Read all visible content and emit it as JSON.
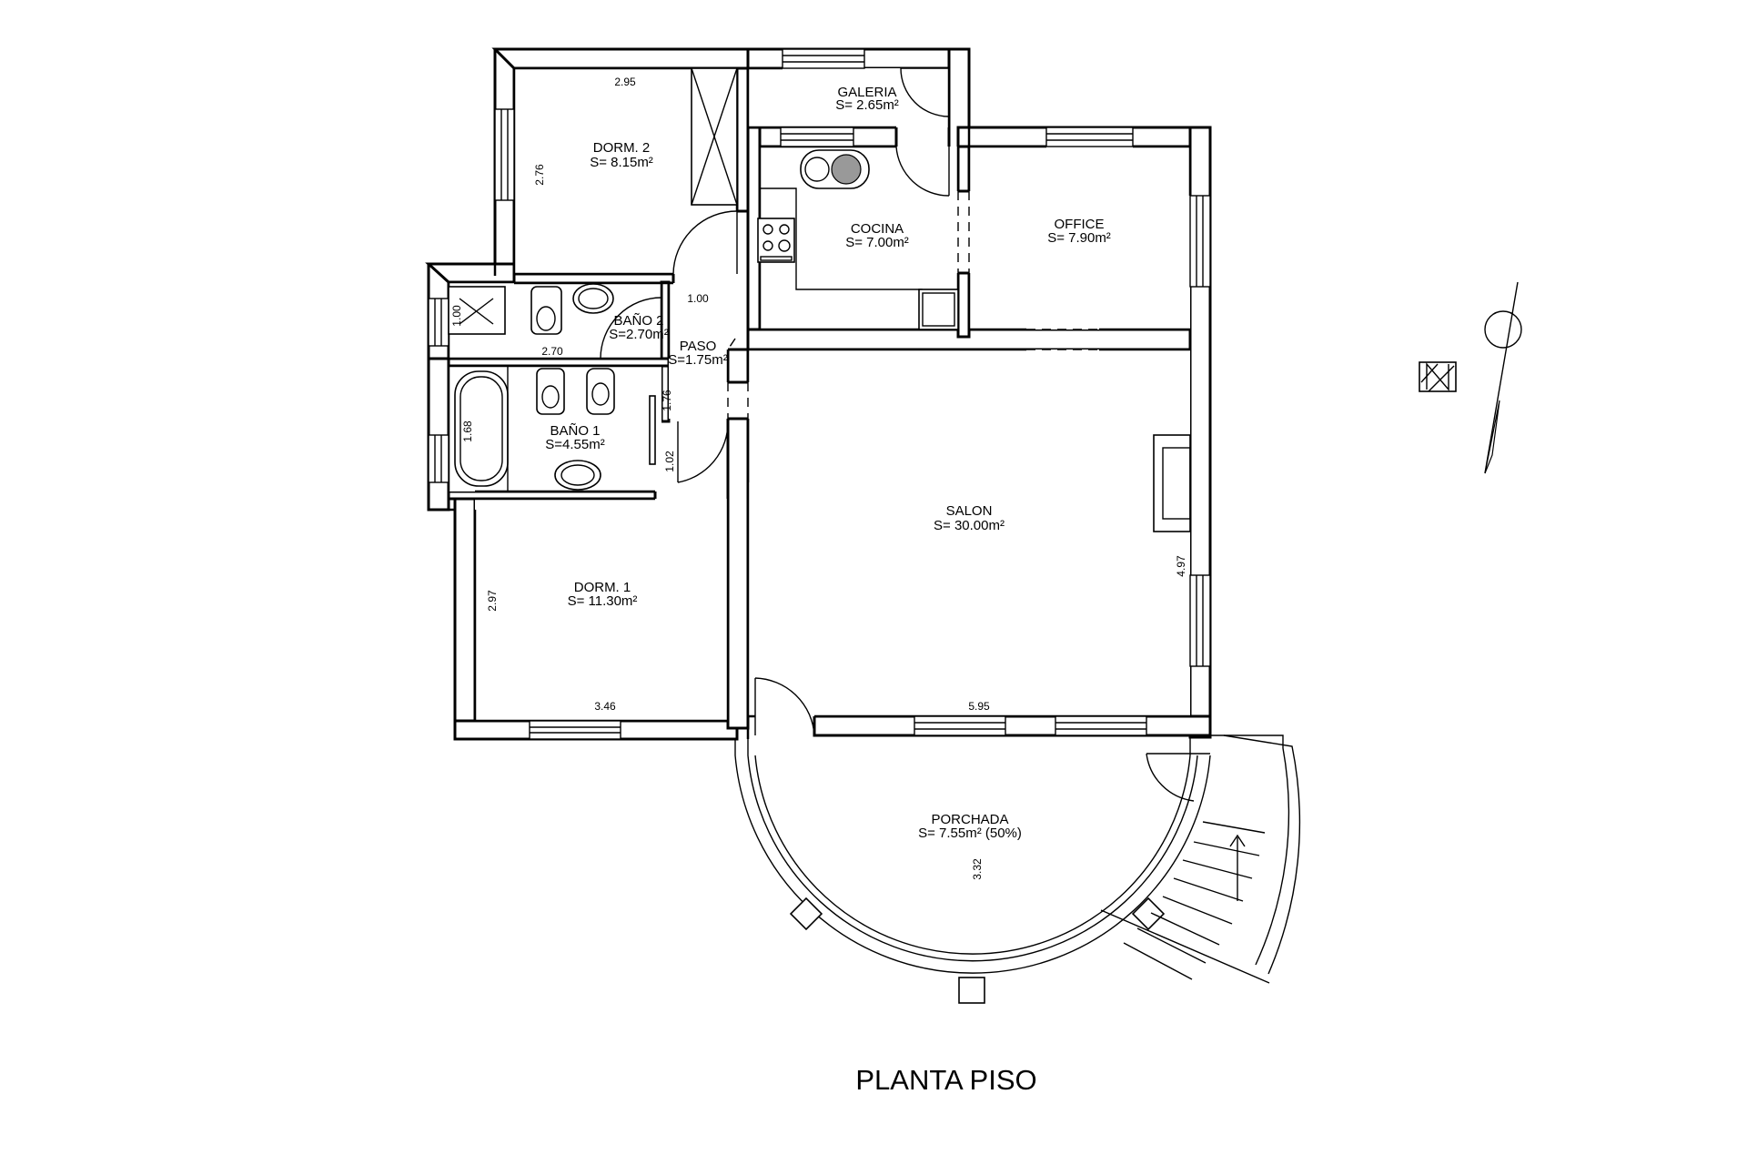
{
  "title": "PLANTA PISO",
  "rooms": {
    "galeria": {
      "name": "GALERIA",
      "area": "S= 2.65m²"
    },
    "dorm2": {
      "name": "DORM. 2",
      "area": "S= 8.15m²"
    },
    "cocina": {
      "name": "COCINA",
      "area": "S= 7.00m²"
    },
    "office": {
      "name": "OFFICE",
      "area": "S= 7.90m²"
    },
    "bano2": {
      "name": "BAÑO 2",
      "area": "S=2.70m²"
    },
    "paso": {
      "name": "PASO",
      "area": "S=1.75m²"
    },
    "bano1": {
      "name": "BAÑO 1",
      "area": "S=4.55m²"
    },
    "salon": {
      "name": "SALON",
      "area": "S= 30.00m²"
    },
    "dorm1": {
      "name": "DORM. 1",
      "area": "S= 11.30m²"
    },
    "porchada": {
      "name": "PORCHADA",
      "area": "S= 7.55m²  (50%)"
    }
  },
  "dimensions": {
    "dorm2_width": "2.95",
    "dorm2_depth": "2.76",
    "paso_width": "1.00",
    "bano2_width": "2.70",
    "bano2_depth": "1.00",
    "bano1_depth": "1.76",
    "bano1_door": "1.02",
    "bath_tub": "1.68",
    "salon_depth": "4.97",
    "dorm1_depth": "2.97",
    "dorm1_width": "3.46",
    "salon_width": "5.95",
    "porch_depth": "3.32"
  }
}
